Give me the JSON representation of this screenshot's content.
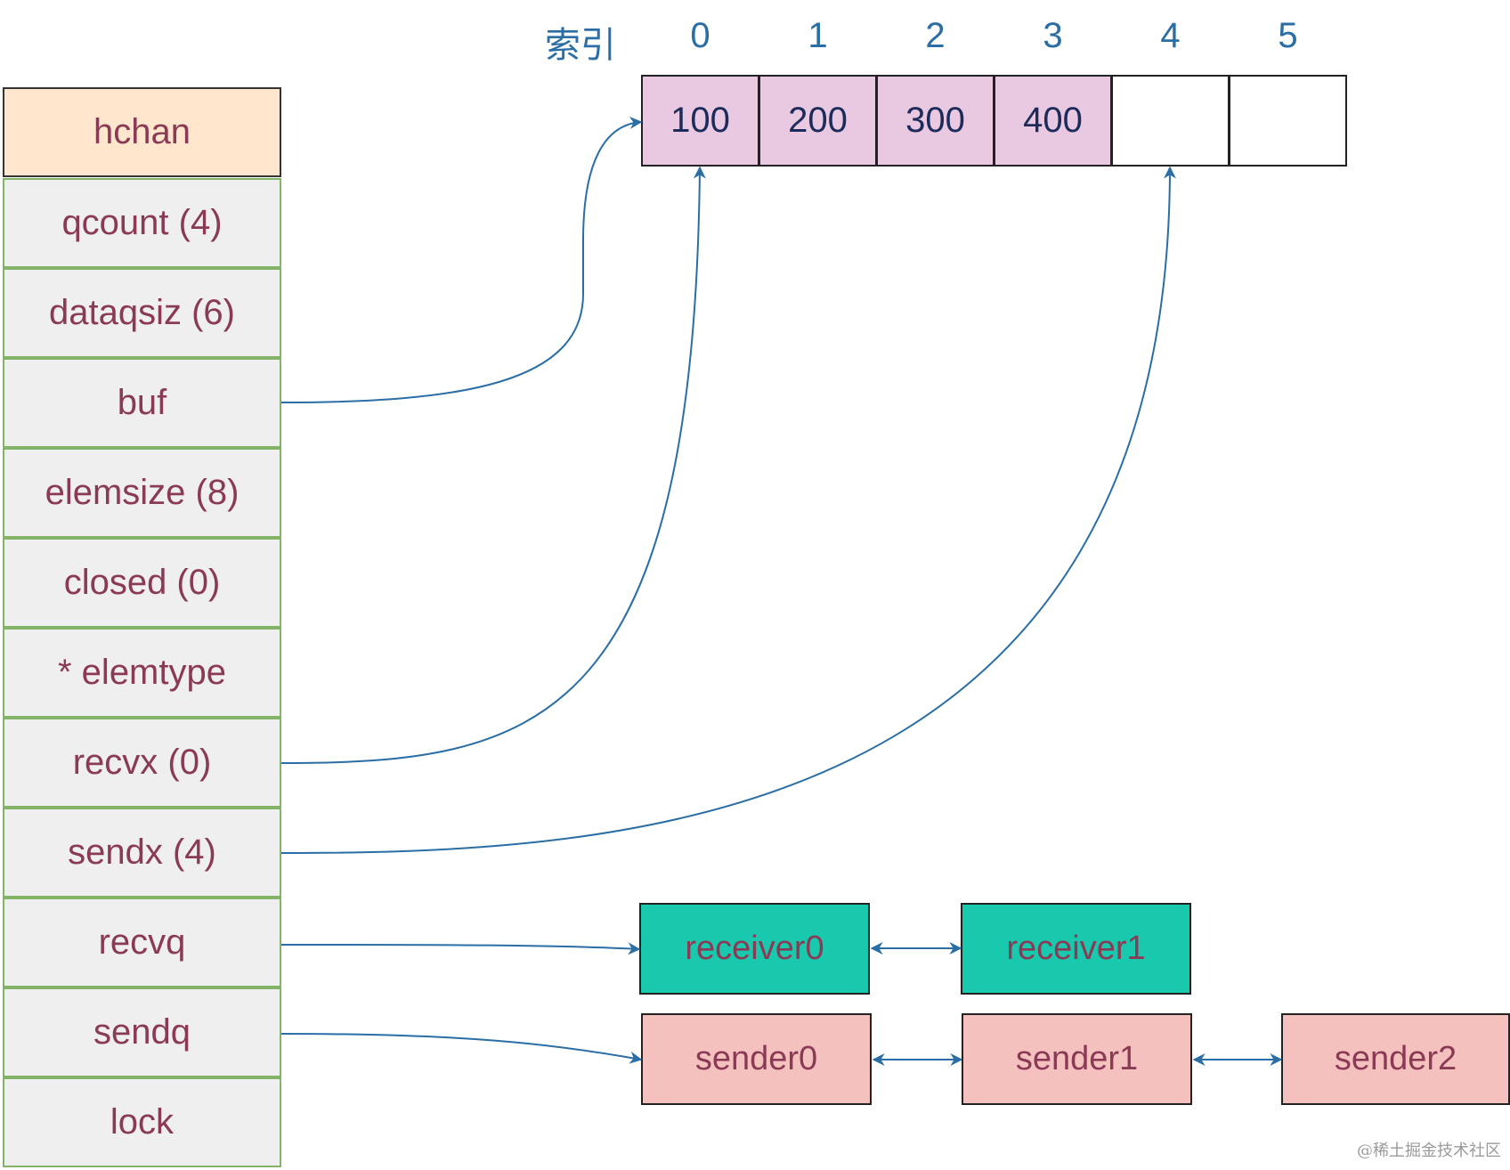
{
  "hchan": {
    "title": "hchan",
    "fields": [
      "qcount (4)",
      "dataqsiz (6)",
      "buf",
      "elemsize (8)",
      "closed (0)",
      "* elemtype",
      "recvx (0)",
      "sendx (4)",
      "recvq",
      "sendq",
      "lock"
    ]
  },
  "buffer": {
    "index_label": "索引",
    "indices": [
      "0",
      "1",
      "2",
      "3",
      "4",
      "5"
    ],
    "cells": [
      "100",
      "200",
      "300",
      "400",
      "",
      ""
    ]
  },
  "recvq": [
    "receiver0",
    "receiver1"
  ],
  "sendq": [
    "sender0",
    "sender1",
    "sender2"
  ],
  "watermark": "@稀土掘金技术社区",
  "colors": {
    "header_fill": "#ffe6cc",
    "field_fill": "#efefef",
    "field_border": "#82b366",
    "buffer_filled": "#e9c8e1",
    "receiver_fill": "#19c9ad",
    "sender_fill": "#f4c1bf",
    "arrow": "#2a6ea5",
    "label_text": "#8b3a55"
  }
}
